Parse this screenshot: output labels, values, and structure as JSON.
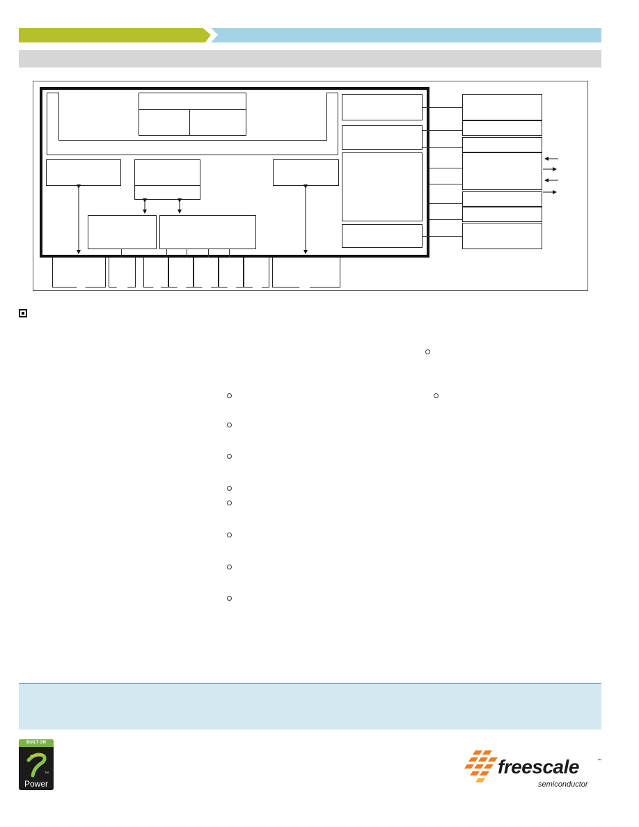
{
  "header": {
    "green_color": "#b5c12a",
    "blue_color": "#a4d4e4",
    "subheader_color": "#d6d6d6"
  },
  "footer": {
    "band_color": "#d3e8f0",
    "power_logo": {
      "top_text": "BUILT ON",
      "bottom_text": "Power",
      "tm": "TM"
    },
    "freescale_logo": {
      "name": "freescale",
      "tagline": "semiconductor",
      "tm": "™",
      "accent_color": "#f47a20"
    }
  },
  "diagram": {
    "icons": [
      "arrow-icon"
    ]
  },
  "body": {
    "section_marker": "square-bullet-icon"
  }
}
